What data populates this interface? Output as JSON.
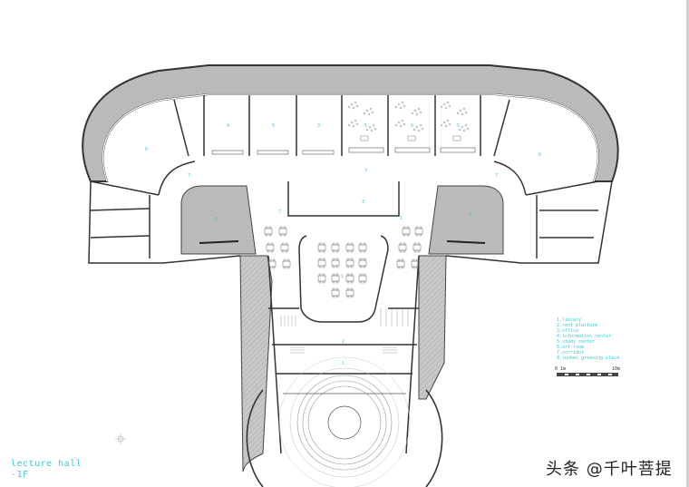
{
  "drawing": {
    "title_line1": "lecture hall",
    "title_line2": "-1F",
    "type": "architectural floor plan"
  },
  "legend": {
    "items": [
      "1.library",
      "2.rest platform",
      "3.office",
      "4.information center",
      "5.study center",
      "6.art room",
      "7.corridor",
      "8.sunken greening place"
    ]
  },
  "scale_bar": {
    "start": "0",
    "first_mark": "1m",
    "end": "10m"
  },
  "room_labels": {
    "left_wing": "6",
    "room_a": "4",
    "room_b": "5",
    "room_c": "3",
    "study1": "5",
    "study2": "5",
    "study3": "5",
    "right_wing": "6",
    "corridor_top": "7",
    "corridor_left": "7",
    "corridor_right": "7",
    "sunken_left": "8",
    "sunken_right": "8",
    "office_center": "3",
    "cafe": "1",
    "left_lobby": "7",
    "right_lobby": "1",
    "rest_platform": "2",
    "library_lower": "1"
  },
  "watermark": {
    "text": "头条 @千叶菩提"
  },
  "colors": {
    "accent_cyan": "#3cc8d8",
    "wall": "#333333",
    "hatch_gray": "#b4b4b4",
    "background": "#ffffff"
  }
}
